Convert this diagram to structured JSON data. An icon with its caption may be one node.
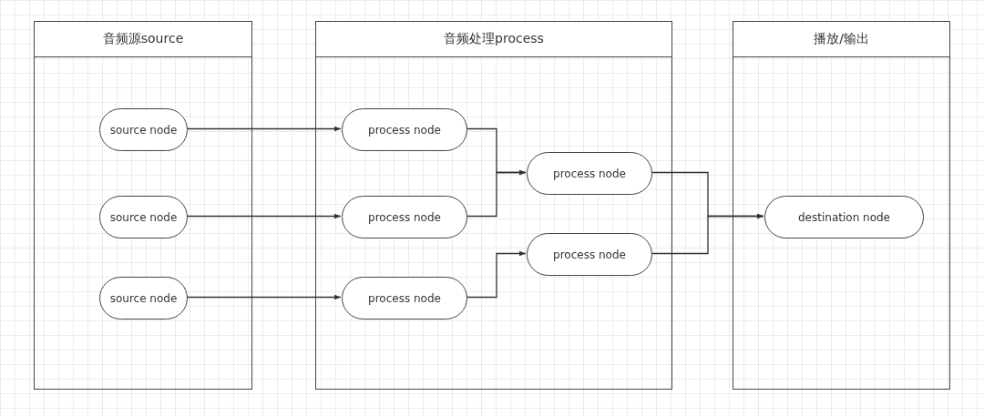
{
  "diagram": {
    "nodes": [
      {
        "text": [
          "音频源source"
        ]
      },
      {
        "text": [
          "source node"
        ],
        "in": 0
      },
      {
        "text": [
          "source node"
        ],
        "in": 0
      },
      {
        "text": [
          "source node"
        ],
        "in": 0
      },
      {
        "text": [
          "音频处理process"
        ]
      },
      {
        "text": [
          "process node"
        ],
        "in": 4
      },
      {
        "text": [
          "process node"
        ],
        "in": 4
      },
      {
        "text": [
          "process node"
        ],
        "in": 4
      },
      {
        "text": [
          "process node"
        ],
        "in": 4
      },
      {
        "text": [
          "process node"
        ],
        "in": 4
      },
      {
        "text": [
          "播放/输出"
        ]
      },
      {
        "text": [
          "destination node"
        ],
        "in": 10
      }
    ],
    "edges": [
      {
        "from": 1,
        "to": 5,
        "arrow": "to"
      },
      {
        "from": 2,
        "to": 6,
        "arrow": "to"
      },
      {
        "from": 3,
        "to": 7,
        "arrow": "to"
      },
      {
        "from": 5,
        "to": 8,
        "arrow": "to"
      },
      {
        "from": 6,
        "to": 8,
        "arrow": "to"
      },
      {
        "from": 7,
        "to": 9,
        "arrow": "to"
      },
      {
        "from": 8,
        "to": 11,
        "arrow": "to"
      },
      {
        "from": 9,
        "to": 11,
        "arrow": "to"
      }
    ]
  }
}
